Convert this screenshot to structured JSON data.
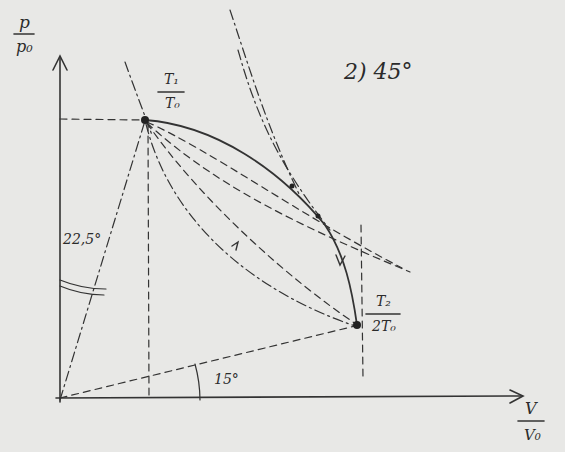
{
  "diagram": {
    "labels": [
      "p",
      "p₀",
      "T₁",
      "T₀",
      "2) 45°",
      "22,5°",
      "T₂",
      "2T₀",
      "15°",
      "V",
      "V₀"
    ]
  }
}
